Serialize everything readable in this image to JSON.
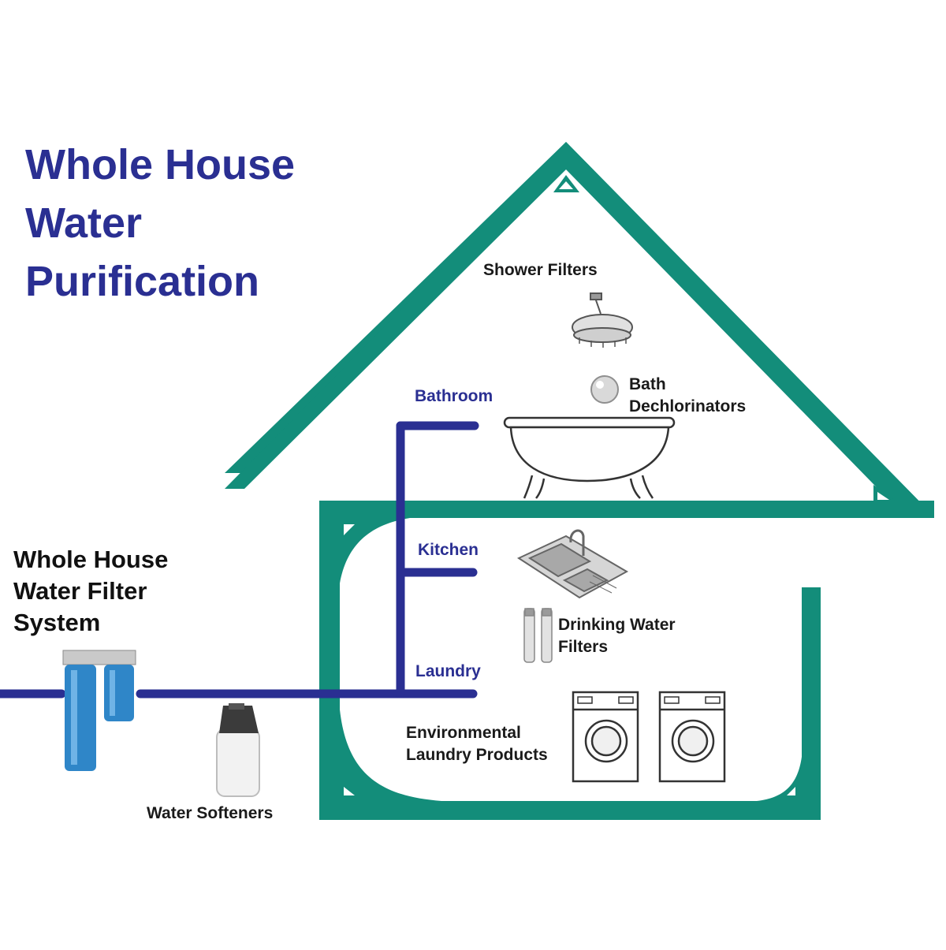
{
  "title": {
    "line1": "Whole House",
    "line2": "Water",
    "line3": "Purification"
  },
  "system": {
    "line1": "Whole House",
    "line2": "Water Filter",
    "line3": "System"
  },
  "rooms": {
    "bathroom": "Bathroom",
    "kitchen": "Kitchen",
    "laundry": "Laundry"
  },
  "products": {
    "shower": "Shower Filters",
    "bath_line1": "Bath",
    "bath_line2": "Dechlorinators",
    "drinking_line1": "Drinking Water",
    "drinking_line2": "Filters",
    "laundry_line1": "Environmental",
    "laundry_line2": "Laundry Products",
    "softeners": "Water Softeners"
  },
  "colors": {
    "house": "#138d7a",
    "pipe": "#2a2f92",
    "filter": "#2f86c8",
    "title": "#2a2f92"
  }
}
